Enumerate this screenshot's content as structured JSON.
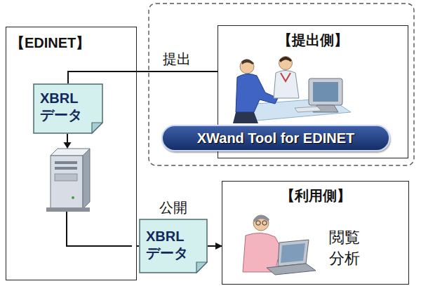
{
  "diagram": {
    "nodes": [
      {
        "text": [
          "【EDINET】"
        ]
      },
      {
        "text": [
          "XBRL データ"
        ],
        "in": 0
      },
      {
        "text": [
          "【提出側】"
        ]
      },
      {
        "text": [
          "XWand Tool for EDINET"
        ],
        "in": 2
      },
      {
        "text": [
          "XBRL データ"
        ]
      },
      {
        "text": [
          "【利用側】",
          "閲覧 分析"
        ]
      }
    ],
    "edges": [
      {
        "from": 2,
        "to": 1,
        "label": "提出",
        "arrow": "none"
      },
      {
        "from": 0,
        "to": 4,
        "label": "公開",
        "arrow": "none"
      },
      {
        "from": 4,
        "to": 5,
        "arrow": "to"
      }
    ]
  }
}
